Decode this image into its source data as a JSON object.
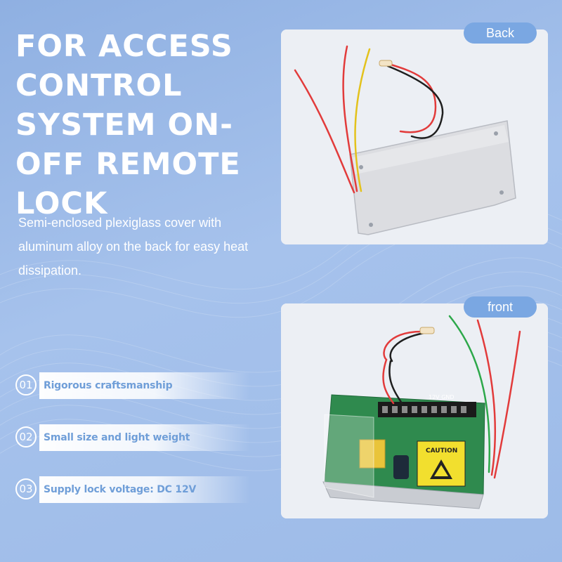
{
  "headline": "FOR ACCESS CONTROL SYSTEM ON-OFF REMOTE LOCK",
  "description": "Semi-enclosed plexiglass cover with aluminum alloy on the back for easy heat dissipation.",
  "features": [
    {
      "number": "01",
      "label": "Rigorous craftsmanship"
    },
    {
      "number": "02",
      "label": "Small size and light weight"
    },
    {
      "number": "03",
      "label": "Supply lock voltage: DC 12V"
    }
  ],
  "photos": {
    "back": {
      "tag": "Back"
    },
    "front": {
      "tag": "front",
      "pcb_text": "12V GND",
      "caution_text": "CAUTION"
    }
  },
  "colors": {
    "background": "#9dbbe8",
    "accent": "#7aa7e2",
    "feature_text": "#6f9ed8",
    "card": "#e9edf3"
  }
}
